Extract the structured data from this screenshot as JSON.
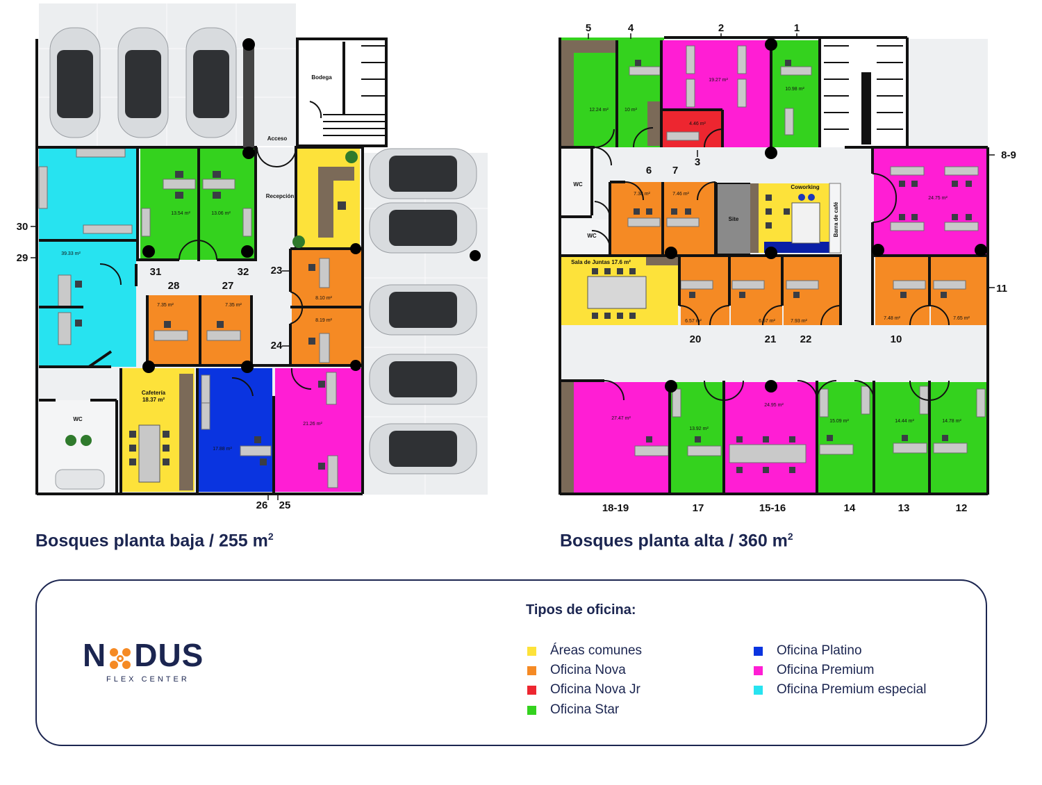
{
  "colors": {
    "areas_comunes": "#fde23a",
    "nova": "#f58a24",
    "nova_jr": "#ed2630",
    "star": "#34d21e",
    "platino": "#0a34e0",
    "premium": "#ff1ed4",
    "premium_especial": "#27e3f0",
    "brand": "#1b2550",
    "accent": "#f58a24"
  },
  "ground_floor": {
    "title": "Bosques planta baja / 255 m",
    "title_sup": "2",
    "labels": {
      "bodega": "Bodega",
      "acceso": "Acceso",
      "recepcion": "Recepción",
      "wc": "WC",
      "cafeteria": "Cafetería",
      "cafeteria_area": "18.37 m²"
    },
    "areas": {
      "r39": "39.33 m²",
      "r13a": "13.54 m²",
      "r13b": "13.06 m²",
      "r28": "7.35 m²",
      "r27": "7.35 m²",
      "r23": "8.10 m²",
      "r24": "8.19 m²",
      "r17": "17.88 m²",
      "r21": "21.26 m²"
    },
    "numbers": {
      "n30": "30",
      "n29": "29",
      "n31": "31",
      "n32": "32",
      "n28": "28",
      "n27": "27",
      "n23": "23",
      "n24": "24",
      "n26": "26",
      "n25": "25"
    }
  },
  "upper_floor": {
    "title": "Bosques planta alta / 360 m",
    "title_sup": "2",
    "labels": {
      "wc1": "WC",
      "wc2": "WC",
      "site": "Site",
      "coworking": "Coworking",
      "barra": "Barra de café",
      "sala": "Sala de Juntas  17.6 m²"
    },
    "areas": {
      "a12_24": "12.24 m²",
      "a10": "10 m²",
      "a19_27": "19.27 m²",
      "a10_98": "10.98 m²",
      "a4_46": "4.46 m²",
      "a7_38": "7.38 m²",
      "a7_46": "7.46 m²",
      "a24_75": "24.75 m²",
      "a6_57a": "6.57 m²",
      "a6_57b": "6.57 m²",
      "a7_93": "7.93 m²",
      "a7_48": "7.48 m²",
      "a7_65": "7.65 m²",
      "a27_47": "27.47 m²",
      "a13_92": "13.92 m²",
      "a24_95": "24.95 m²",
      "a15_09": "15.09 m²",
      "a14_44": "14.44 m²",
      "a14_78": "14.78 m²"
    },
    "numbers": {
      "n5": "5",
      "n4": "4",
      "n2": "2",
      "n1": "1",
      "n3": "3",
      "n6": "6",
      "n7": "7",
      "n8_9": "8-9",
      "n11": "11",
      "n20": "20",
      "n21": "21",
      "n22": "22",
      "n10": "10",
      "n18_19": "18-19",
      "n17": "17",
      "n15_16": "15-16",
      "n14": "14",
      "n13": "13",
      "n12": "12"
    }
  },
  "legend": {
    "title": "Tipos de oficina:",
    "items": [
      {
        "label": "Áreas comunes",
        "color": "#fde23a"
      },
      {
        "label": "Oficina Nova",
        "color": "#f58a24"
      },
      {
        "label": "Oficina Nova Jr",
        "color": "#ed2630"
      },
      {
        "label": "Oficina Star",
        "color": "#34d21e"
      },
      {
        "label": "Oficina Platino",
        "color": "#0a34e0"
      },
      {
        "label": "Oficina Premium",
        "color": "#ff1ed4"
      },
      {
        "label": "Oficina Premium especial",
        "color": "#27e3f0"
      }
    ]
  },
  "brand": {
    "name_left": "N",
    "name_right": "DUS",
    "subtitle": "FLEX CENTER"
  }
}
